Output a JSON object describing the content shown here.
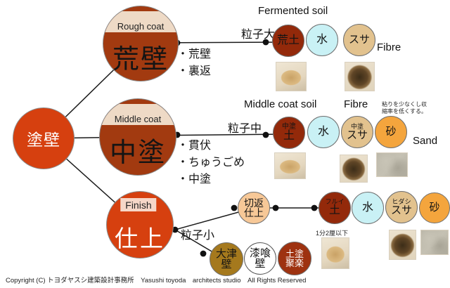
{
  "colors": {
    "accent_red": "#d6400f",
    "rust_brown": "#a23a10",
    "soil_brown": "#93290a",
    "cream_band": "#eedac6",
    "water_blue": "#c9f1f5",
    "susa_tan": "#e2c28e",
    "sand_orange": "#f4a53d",
    "kirikaeshi_peach": "#f7c897",
    "otsu_gold": "#a5791d",
    "juraku_red": "#9e3210"
  },
  "root": {
    "label": "塗壁"
  },
  "rough": {
    "band_label": "Rough coat",
    "label": "荒壁",
    "bullets": [
      "・荒壁",
      "・裏返"
    ],
    "particle_label": "粒子大",
    "soil_heading": "Fermented soil",
    "fibre_heading": "Fibre",
    "soil": "荒土",
    "water": "水",
    "susa": "スサ"
  },
  "middle": {
    "band_label": "Middle coat",
    "label": "中塗",
    "bullets": [
      "・貫伏",
      "・ちゅうごめ",
      "・中塗"
    ],
    "particle_label": "粒子中",
    "soil_heading": "Middle coat soil",
    "fibre_heading": "Fibre",
    "sand_heading": "Sand",
    "sand_note": [
      "粘りを少なくし収",
      "縮率を低くする。"
    ],
    "soil_line1": "中塗",
    "soil_line2": "土",
    "water": "水",
    "susa_line1": "中塗",
    "susa_line2": "スサ",
    "sand": "砂"
  },
  "finish": {
    "band_label": "Finish",
    "label": "仕上",
    "particle_label": "粒子小",
    "kirikaeshi_line1": "切返",
    "kirikaeshi_line2": "仕上",
    "size_note": "1分2厘以下",
    "soil_line1": "フルイ",
    "soil_line2": "土",
    "water": "水",
    "susa_line1": "ヒダシ",
    "susa_line2": "スサ",
    "sand": "砂",
    "finishes": [
      {
        "line1": "大津",
        "line2": "壁"
      },
      {
        "line1": "漆喰",
        "line2": "壁"
      },
      {
        "line1": "土塗",
        "line2": "聚楽"
      }
    ]
  },
  "footer": {
    "copyright": "Copyright (C) トヨダヤスシ建築設計事務所　Yasushi toyoda　architects studio　All Rights Reserved"
  }
}
